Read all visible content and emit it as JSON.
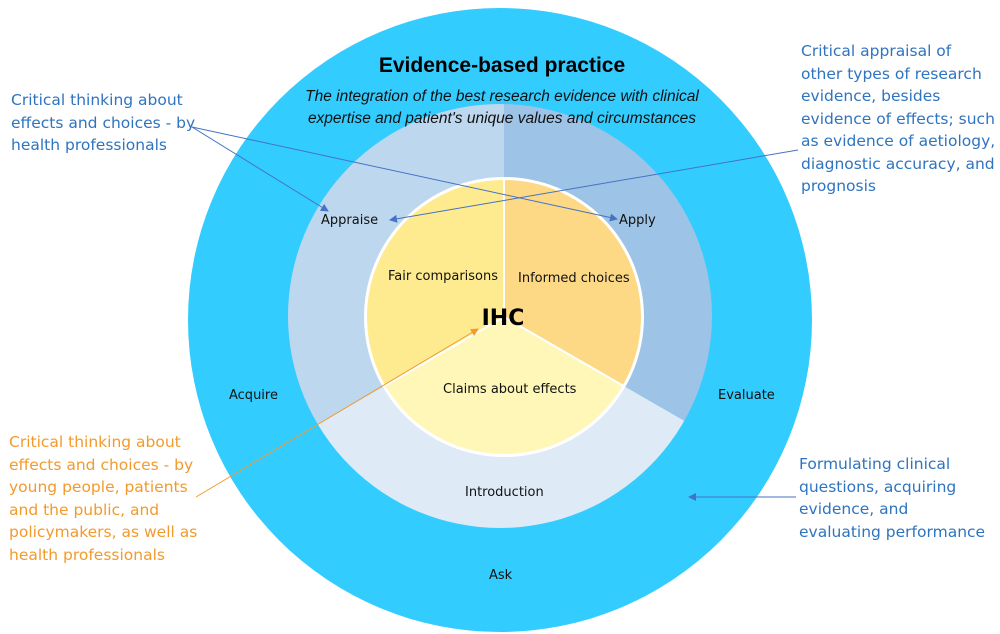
{
  "title": "Evidence-based practice",
  "subtitle": "The integration of the best research evidence with clinical expertise and patient's unique values and circumstances",
  "center_label": "IHC",
  "inner_segments": {
    "fair": "Fair comparisons",
    "informed": "Informed choices",
    "claims": "Claims about effects"
  },
  "middle_segments": {
    "appraise": "Appraise",
    "apply": "Apply",
    "introduction": "Introduction"
  },
  "outer_labels": {
    "acquire": "Acquire",
    "evaluate": "Evaluate",
    "ask": "Ask"
  },
  "notes": {
    "top_left": "Critical thinking about effects and choices - by health professionals",
    "top_right": "Critical appraisal of other types of research evidence, besides evidence of effects; such as evidence of aetiology, diagnostic accuracy, and prognosis",
    "bottom_left": "Critical thinking about effects and choices - by young people, patients and the public, and policymakers, as well as health professionals",
    "bottom_right": "Formulating clinical questions, acquiring evidence, and evaluating performance"
  },
  "colors": {
    "outer": "#33ccff",
    "appraise": "#bdd7ee",
    "apply": "#9dc3e6",
    "introduction": "#deebf7",
    "fair": "#ffeb8f",
    "informed": "#fdd985",
    "claims": "#fff7b8",
    "blue_note": "#2e74c0",
    "orange_note": "#f39a2c"
  }
}
